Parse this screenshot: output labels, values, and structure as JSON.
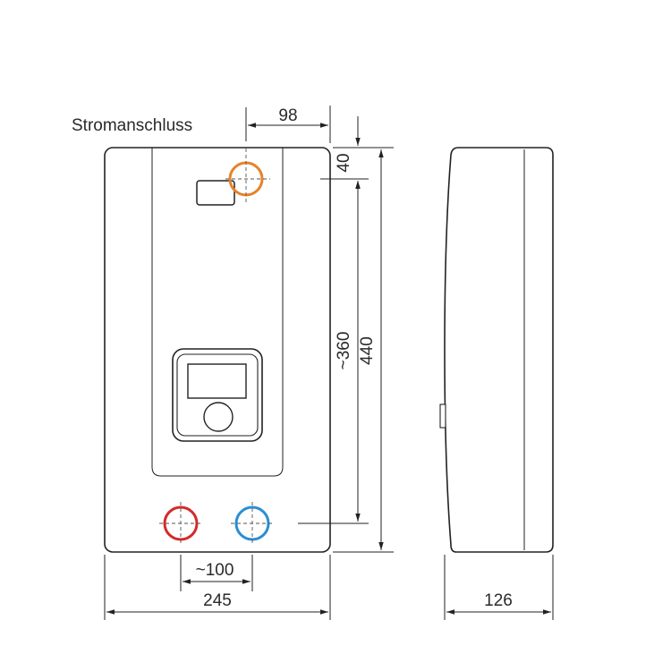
{
  "labels": {
    "power_connection": "Stromanschluss",
    "dim_98": "98",
    "dim_40": "40",
    "dim_360": "~360",
    "dim_440": "440",
    "dim_100": "~100",
    "dim_245": "245",
    "dim_126": "126"
  },
  "colors": {
    "power_connection": "#e8822a",
    "hot_water": "#d42a2a",
    "cold_water": "#2a8ed4",
    "line": "#222222"
  }
}
